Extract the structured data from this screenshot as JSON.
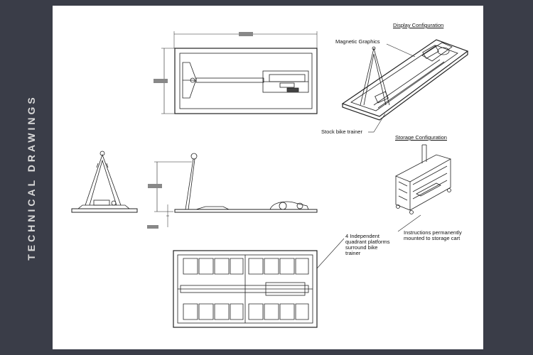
{
  "side_title": "TECHNICAL DRAWINGS",
  "callouts": {
    "display_configuration": "Display Configuration",
    "magnetic_graphics": "Magnetic Graphics",
    "stock_bike_trainer": "Stock bike trainer",
    "storage_configuration": "Storage Configuration",
    "quadrant_platforms": "4 Independent quadrant platforms surround bike trainer",
    "instructions": "Instructions permanently mounted to storage cart"
  }
}
